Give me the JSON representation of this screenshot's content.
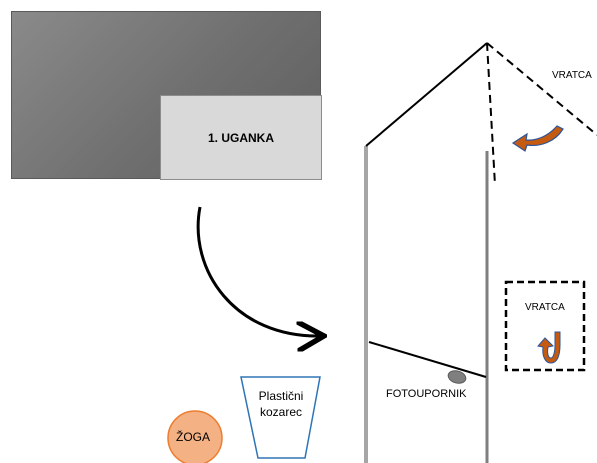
{
  "title_box": {
    "label": "1.   UGANKA"
  },
  "labels": {
    "vratca_top": "VRATCA",
    "vratca_box": "VRATCA",
    "fotoupornik": "FOTOUPORNIK",
    "glass_line1": "Plastični",
    "glass_line2": "kozarec",
    "ball": "ŽOGA"
  },
  "colors": {
    "panel_dark": "#6f6f6f",
    "panel_light": "#d9d9d9",
    "structure_gray": "#a6a6a6",
    "arrow_fill": "#c55a11",
    "arrow_stroke": "#2f5597",
    "ball_fill": "#f4b183",
    "ball_stroke": "#ed7d31",
    "glass_stroke": "#2e75b6",
    "sensor_fill": "#7f7f7f"
  }
}
